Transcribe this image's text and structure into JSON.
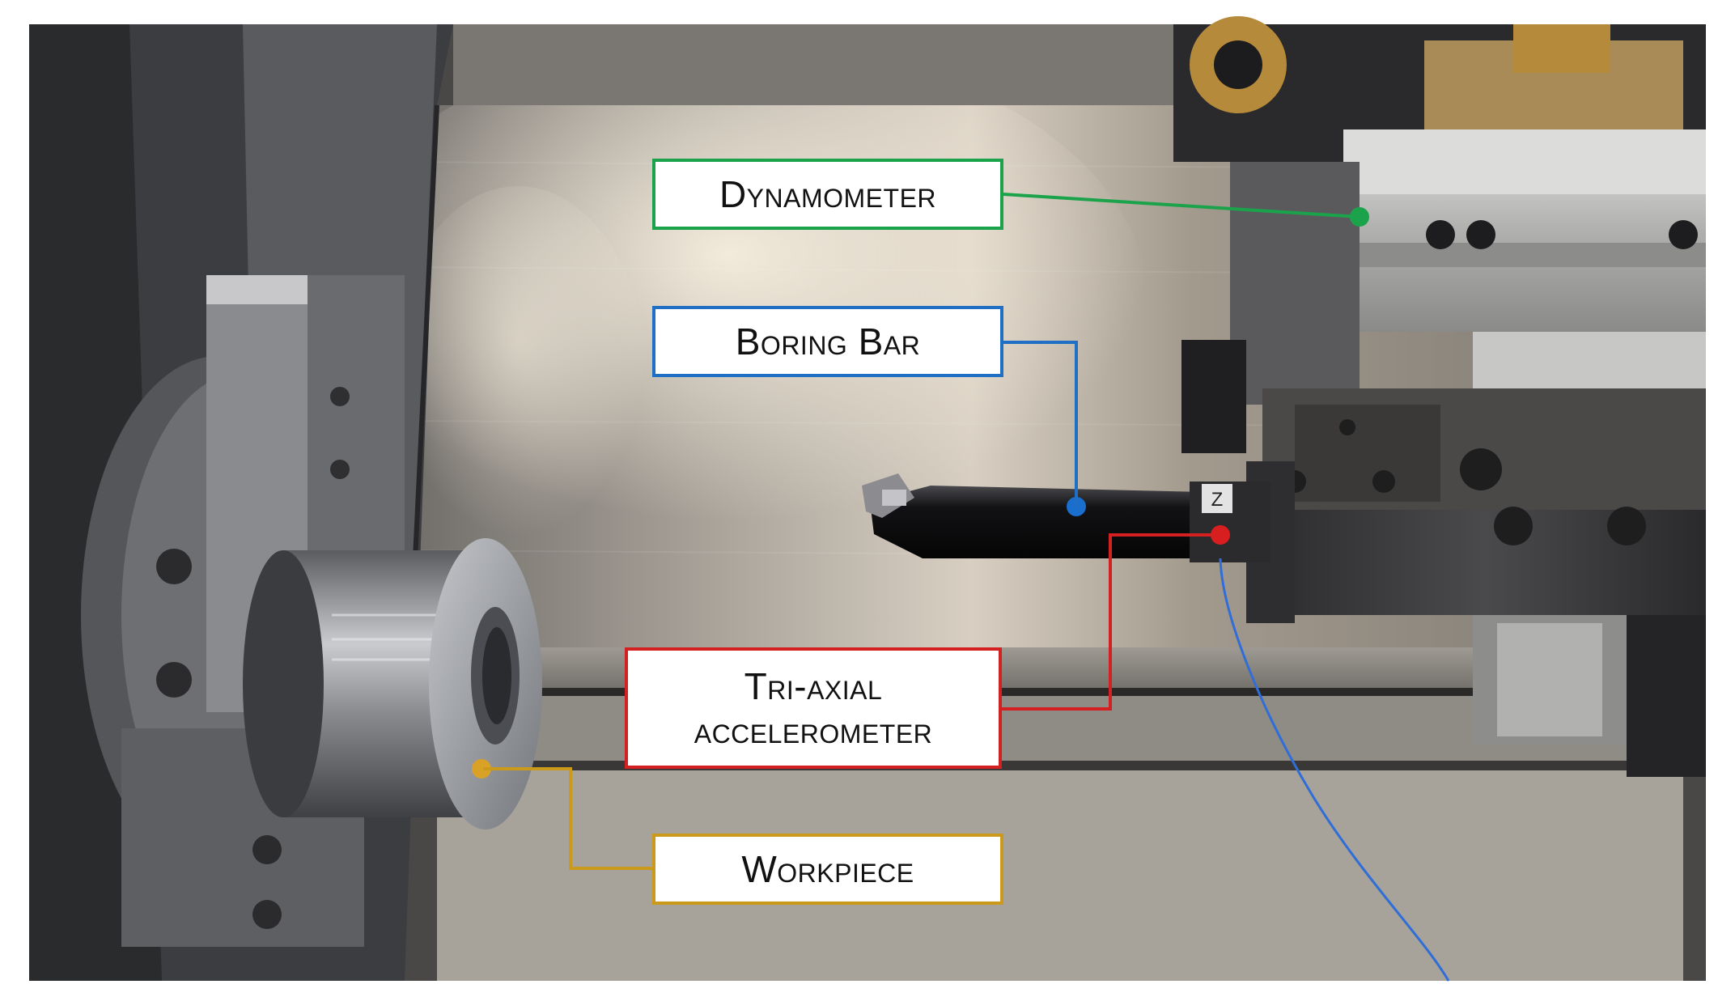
{
  "labels": {
    "dynamometer": {
      "text": "Dynamometer",
      "color": "#1aa34a"
    },
    "boring_bar": {
      "text": "Boring Bar",
      "color": "#1f6fc4"
    },
    "accelerometer": {
      "line1": "Tri-axial",
      "line2": "accelerometer",
      "color": "#d42020"
    },
    "workpiece": {
      "text": "Workpiece",
      "color": "#cc9a1a"
    }
  },
  "scene_colors": {
    "frame": "#3a3b3d",
    "back_wall": "#8f8b86",
    "chuck": "#6e6f72",
    "workpiece_metal": "#9a9ca0",
    "boring_bar": "#1b1b1d",
    "turret": "#3c3c3e",
    "tool_block": "#b8b8b6",
    "cable": "#2f6ed8",
    "brass": "#b58a3a"
  }
}
